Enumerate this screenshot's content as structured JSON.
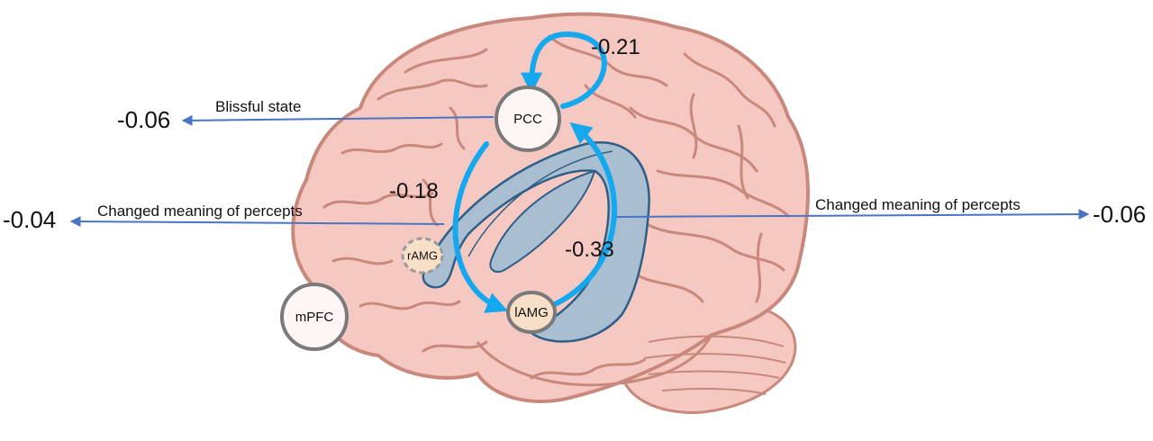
{
  "colors": {
    "brain_fill": "#f5c9c2",
    "brain_stroke": "#c9887c",
    "sulcus": "#c9887c",
    "ventricle_fill": "#a9bfd1",
    "ventricle_stroke": "#2f5f86",
    "connection": "#16a8ef",
    "outcome_arrow": "#4a74c5",
    "node_fill": "#fdf6f4",
    "node_stroke": "#7a7a7a",
    "amg_fill": "#f8e0c8"
  },
  "nodes": {
    "pcc": {
      "label": "PCC"
    },
    "ramg": {
      "label": "rAMG"
    },
    "lamg": {
      "label": "lAMG"
    },
    "mpfc": {
      "label": "mPFC"
    }
  },
  "connections": {
    "pcc_self": {
      "coefficient": "-0.21"
    },
    "pcc_to_lamg": {
      "coefficient": "-0.18"
    },
    "lamg_to_pcc": {
      "coefficient": "-0.33"
    }
  },
  "outcomes": {
    "blissful": {
      "label": "Blissful state",
      "value": "-0.06"
    },
    "changed_left": {
      "label": "Changed meaning of percepts",
      "value": "-0.04"
    },
    "changed_right": {
      "label": "Changed meaning of percepts",
      "value": "-0.06"
    }
  }
}
